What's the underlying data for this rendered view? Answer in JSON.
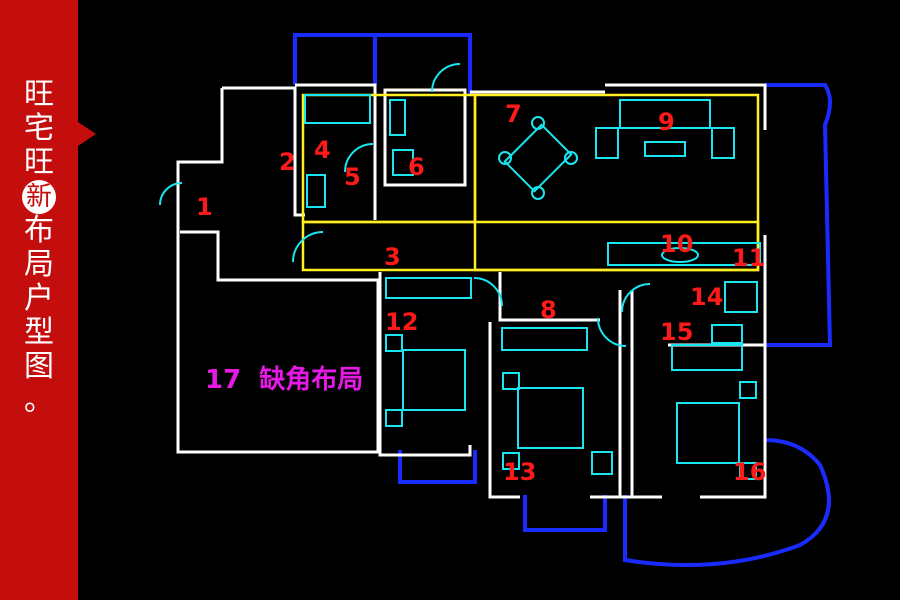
{
  "sidebar": {
    "title_chars": [
      "旺",
      "宅",
      "旺",
      "新",
      "布",
      "局",
      "户",
      "型",
      "图",
      "。"
    ],
    "highlight_index": 3,
    "background": "#c40d0d"
  },
  "plan": {
    "room_numbers": [
      "1",
      "2",
      "3",
      "4",
      "5",
      "6",
      "7",
      "8",
      "9",
      "10",
      "11",
      "12",
      "13",
      "14",
      "15",
      "16"
    ],
    "missing_corner_label": "17  缺角布局",
    "colors": {
      "wall": "#ffffff",
      "balcony": "#1a2bff",
      "furniture": "#19e6f0",
      "zone": "#ffee22",
      "number": "#ff1a1a",
      "label": "#e619e6"
    }
  }
}
